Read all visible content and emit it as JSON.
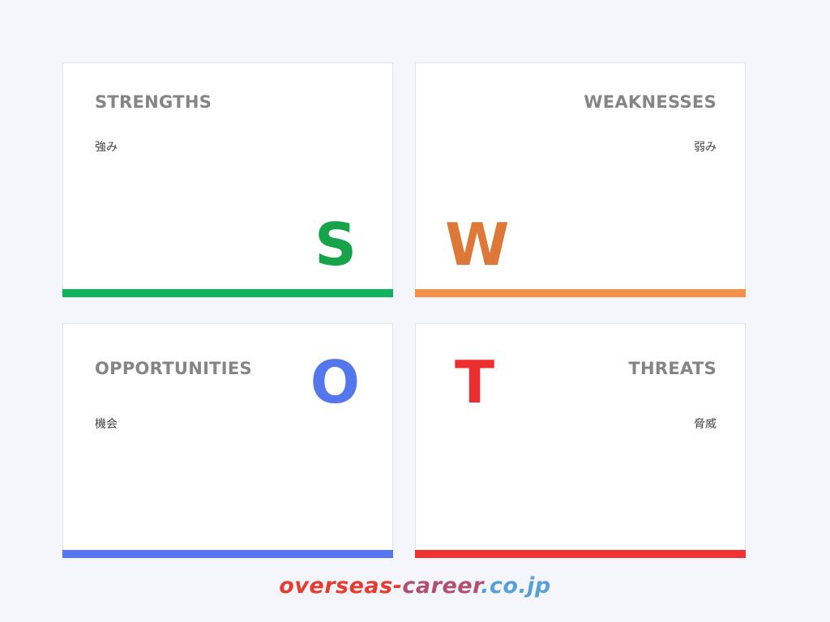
{
  "colors": {
    "background": "#f4f6fb",
    "strengths": "#0fb35a",
    "weaknesses": "#f5904a",
    "opportunities": "#5476f0",
    "threats": "#f03232",
    "letter_s": "#16a34a",
    "letter_w": "#dd7838",
    "letter_o": "#5577ee",
    "letter_t": "#ee2e2e",
    "heading": "#858585"
  },
  "quadrants": {
    "strengths": {
      "title": "STRENGTHS",
      "subtitle": "強み",
      "letter": "S"
    },
    "weaknesses": {
      "title": "WEAKNESSES",
      "subtitle": "弱み",
      "letter": "W"
    },
    "opportunities": {
      "title": "OPPORTUNITIES",
      "subtitle": "機会",
      "letter": "O"
    },
    "threats": {
      "title": "THREATS",
      "subtitle": "脅威",
      "letter": "T"
    }
  },
  "watermark": {
    "part1": "overseas-",
    "part2": "career",
    "part3": ".co.jp"
  }
}
